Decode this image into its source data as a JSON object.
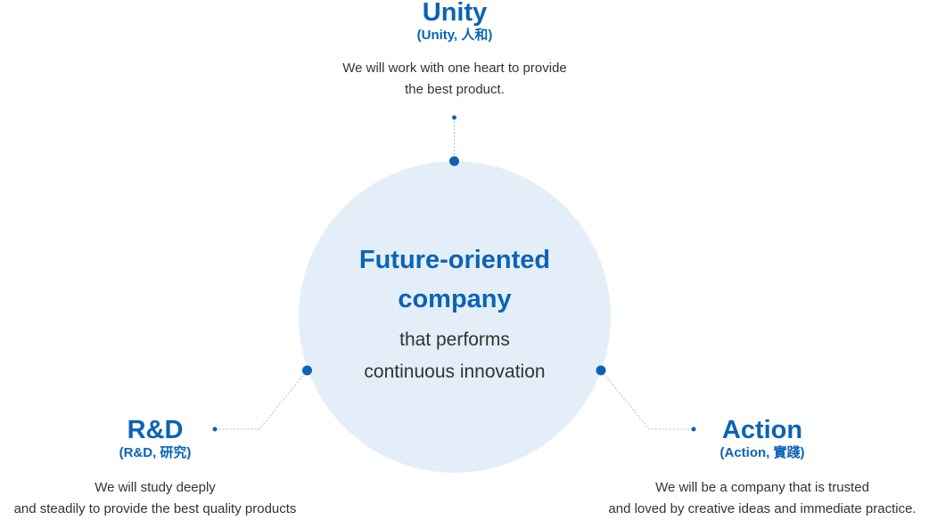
{
  "center": {
    "title_line1": "Future-oriented",
    "title_line2": "company",
    "sub_line1": "that performs",
    "sub_line2": "continuous innovation"
  },
  "nodes": {
    "unity": {
      "title": "Unity",
      "subtitle": "(Unity, 人和)",
      "desc_line1": "We will work with one heart to provide",
      "desc_line2": "the best product."
    },
    "rd": {
      "title": "R&D",
      "subtitle": "(R&D, 研究)",
      "desc_line1": "We will study deeply",
      "desc_line2": "and steadily to provide the best quality products"
    },
    "action": {
      "title": "Action",
      "subtitle": "(Action, 實踐)",
      "desc_line1": "We will be a company that is trusted",
      "desc_line2": "and loved by creative ideas and immediate practice."
    }
  },
  "colors": {
    "accent": "#0b63b6",
    "circle_fill": "#e4eef8",
    "connector": "#9fc2e4",
    "text": "#333333"
  }
}
